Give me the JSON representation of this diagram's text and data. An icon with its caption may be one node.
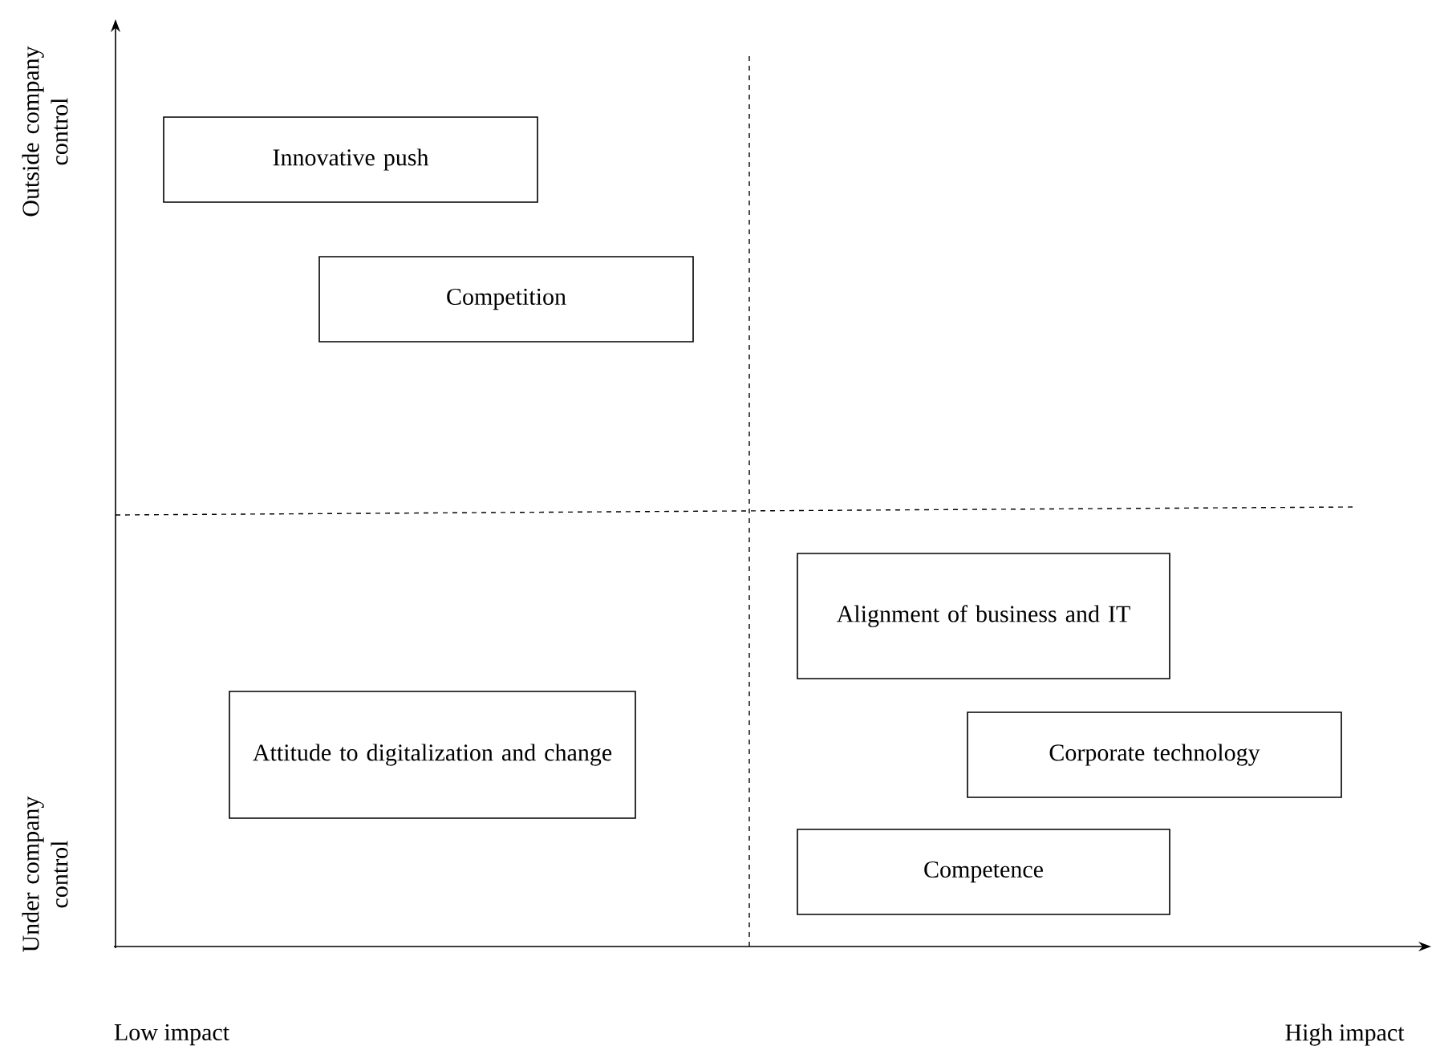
{
  "diagram": {
    "nodes": [
      {
        "text": [
          "Innovative push"
        ]
      },
      {
        "text": [
          "Competition"
        ]
      },
      {
        "text": [
          "Attitude to digitalization and change"
        ]
      },
      {
        "text": [
          "Alignment of business and IT"
        ]
      },
      {
        "text": [
          "Corporate technology"
        ]
      },
      {
        "text": [
          "Competence"
        ]
      }
    ],
    "labels": [
      "Outside company control",
      "Under company control",
      "Low impact",
      "High impact"
    ]
  }
}
